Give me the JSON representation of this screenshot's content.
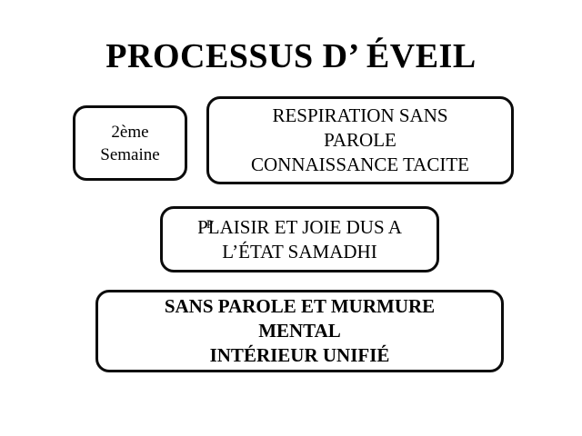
{
  "slide": {
    "title": "PROCESSUS D’ ÉVEIL",
    "background_color": "#FFFFFF",
    "text_color": "#000000",
    "border_color": "#0B0B0B"
  },
  "nodes": [
    {
      "id": "week",
      "name": "week-box",
      "text": "2ème\nSemaine",
      "bold": false
    },
    {
      "id": "breath",
      "name": "breath-box",
      "text": "RESPIRATION SANS\nPAROLE\nCONNAISSANCE TACITE",
      "bold": false
    },
    {
      "id": "joy",
      "name": "joy-box",
      "text": "PLAISIR ET JOIE DUS A\nL’ÉTAT  SAMADHI",
      "bold": false,
      "artifact_glyph": "P"
    },
    {
      "id": "silence",
      "name": "silence-box",
      "text": "SANS PAROLE ET MURMURE\nMENTAL\nINTÉRIEUR UNIFIÉ",
      "bold": true
    }
  ]
}
